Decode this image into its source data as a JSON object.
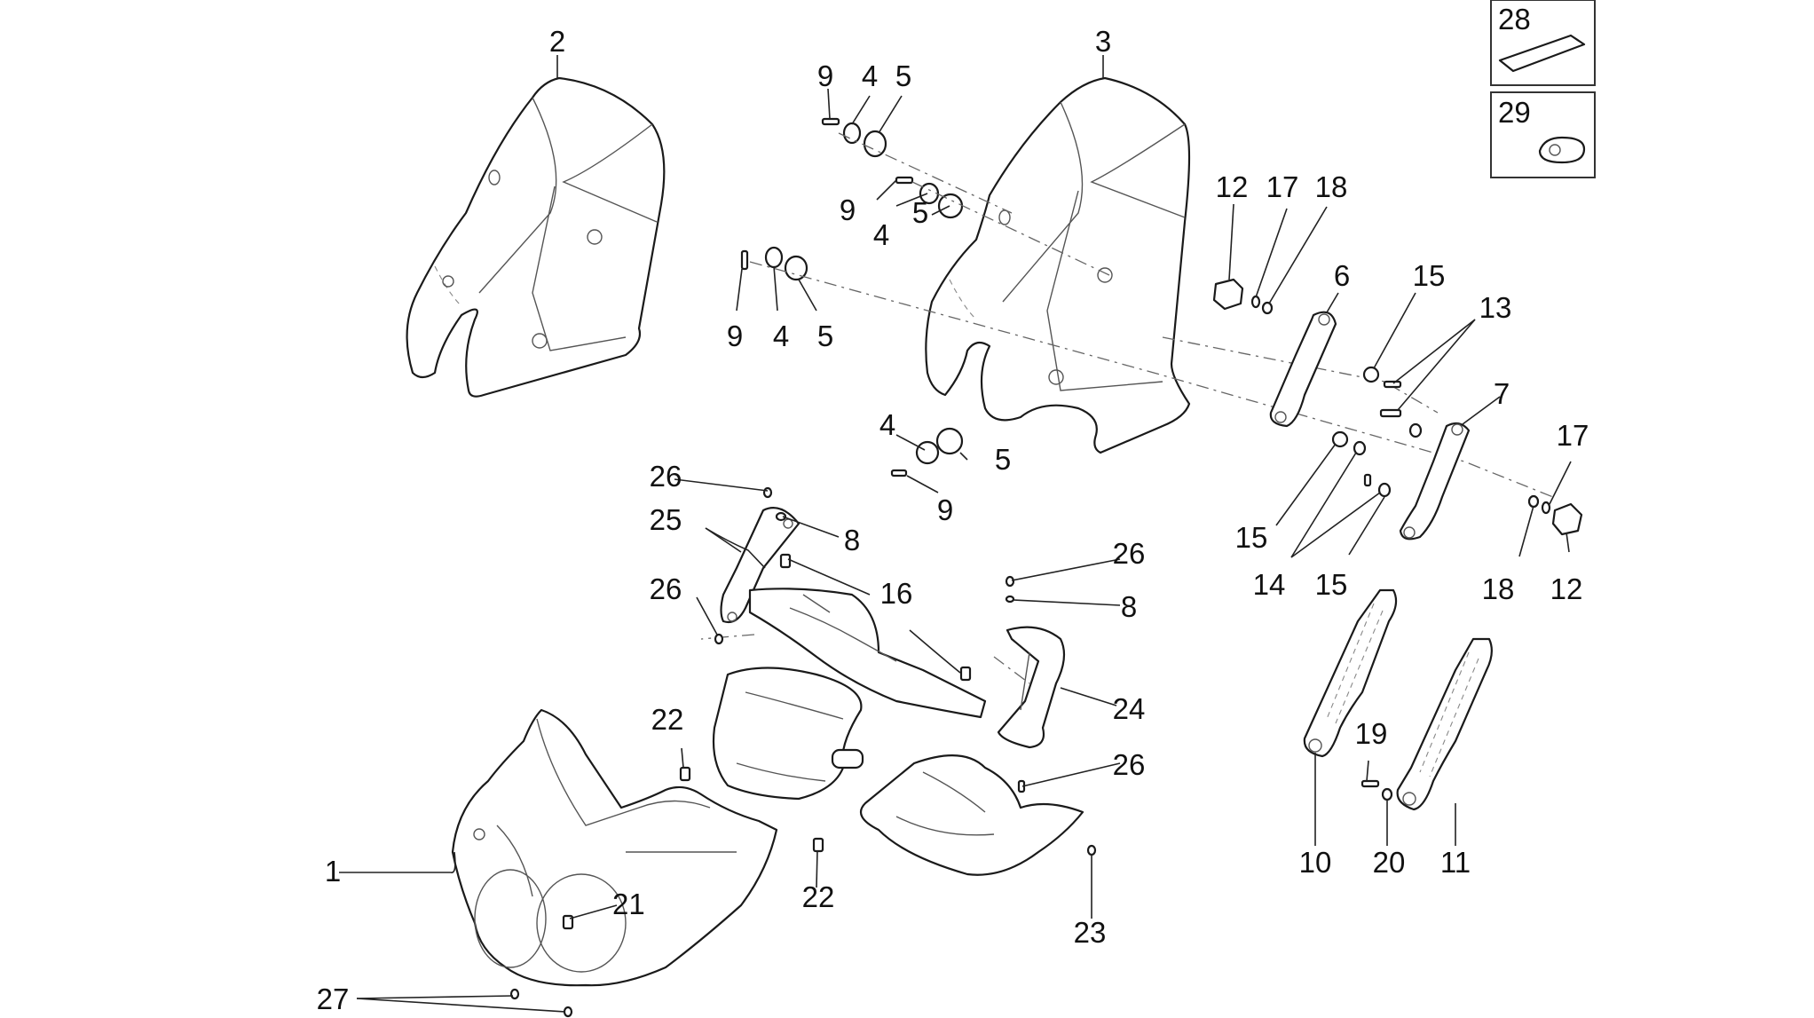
{
  "callouts": {
    "c1": "1",
    "c2": "2",
    "c3": "3",
    "c4a": "4",
    "c4b": "4",
    "c4c": "4",
    "c4d": "4",
    "c5a": "5",
    "c5b": "5",
    "c5c": "5",
    "c5d": "5",
    "c6": "6",
    "c7": "7",
    "c8a": "8",
    "c8b": "8",
    "c9a": "9",
    "c9b": "9",
    "c9c": "9",
    "c9d": "9",
    "c10": "10",
    "c11": "11",
    "c12a": "12",
    "c12b": "12",
    "c13": "13",
    "c14": "14",
    "c15a": "15",
    "c15b": "15",
    "c15c": "15",
    "c16": "16",
    "c17a": "17",
    "c17b": "17",
    "c18a": "18",
    "c18b": "18",
    "c19": "19",
    "c20": "20",
    "c21": "21",
    "c22a": "22",
    "c22b": "22",
    "c23": "23",
    "c24": "24",
    "c25": "25",
    "c26a": "26",
    "c26b": "26",
    "c26c": "26",
    "c26d": "26",
    "c27": "27",
    "c28": "28",
    "c29": "29"
  }
}
